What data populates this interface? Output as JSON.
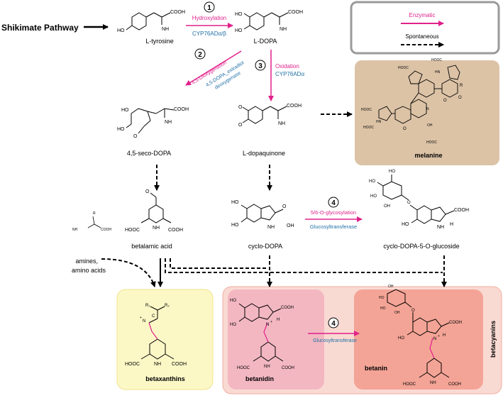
{
  "pathway_source": "Shikimate Pathway",
  "legend": {
    "enzymatic": "Enzymatic",
    "spontaneous": "Spontaneous"
  },
  "compounds": {
    "tyrosine": "L-tyrosine",
    "dopa": "L-DOPA",
    "seco_dopa": "4,5-seco-DOPA",
    "dopaquinone": "L-dopaquinone",
    "melanine": "melanine",
    "betalamic_acid": "betalamic acid",
    "cyclo_dopa": "cyclo-DOPA",
    "cyclo_dopa_glucoside": "cyclo-DOPA-5-O-glucoside",
    "amines": "amines,",
    "amino_acids": "amino acids",
    "betaxanthins": "betaxanthins",
    "betanidin": "betanidin",
    "betanin": "betanin",
    "betacyanins": "betacyanins"
  },
  "steps": {
    "s1": {
      "number": "1",
      "reaction": "Hydroxylation",
      "enzyme": "CYP76ADα/β"
    },
    "s2": {
      "number": "2",
      "reaction": "4,5-Dioxygenation",
      "enzyme_line1": "4,5-DOPA_extradiol",
      "enzyme_line2": "deoxygenase"
    },
    "s3": {
      "number": "3",
      "reaction": "Oxidation",
      "enzyme": "CYP76ADα"
    },
    "s4": {
      "number": "4",
      "reaction": "5/6-O-glycosylation",
      "enzyme": "Glucosyltransferase"
    },
    "s4b": {
      "number": "4",
      "enzyme": "Glucosyltransferase"
    }
  },
  "atoms": {
    "cooh": "COOH",
    "hooc": "HOOC",
    "nh2": "NH",
    "sub2": "2",
    "oh": "OH",
    "ho": "HO",
    "o": "O",
    "n": "N",
    "nh": "NH",
    "h": "H",
    "hn": "HN",
    "r": "R",
    "r1": "R₁",
    "r2": "R₂",
    "c": "C",
    "plus": "+"
  },
  "colors": {
    "enzymatic": "#e0218a",
    "enzyme_text": "#1f6fa5",
    "melanine_box": "#dcc3a6",
    "betaxanthins_box": "#fcf8c6",
    "betacyanins_box": "#f9dad3",
    "betanidin_box": "#f3b7c2",
    "betanin_box": "#f4a496",
    "conjugation": "#e0218a"
  }
}
